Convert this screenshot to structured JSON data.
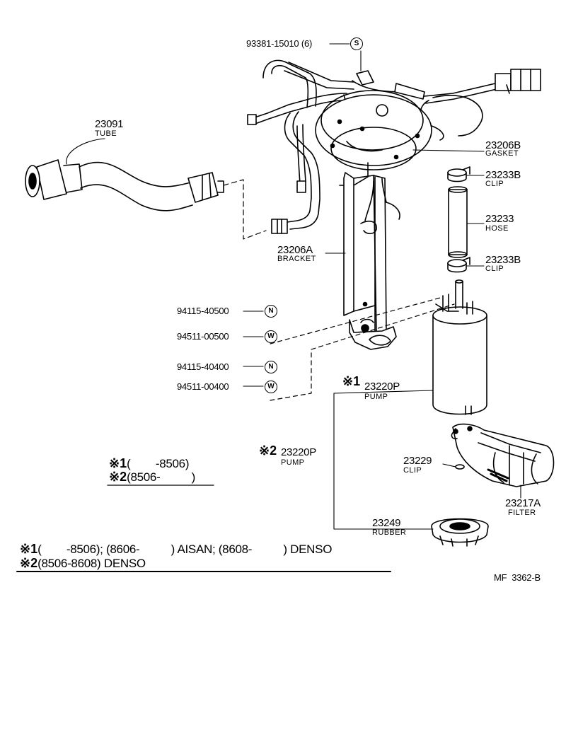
{
  "callouts": {
    "screw": {
      "number": "93381-15010 (6)",
      "symbol": "S"
    },
    "tube": {
      "number": "23091",
      "name": "TUBE"
    },
    "gasket": {
      "number": "23206B",
      "name": "GASKET"
    },
    "clip_upper": {
      "number": "23233B",
      "name": "CLIP"
    },
    "hose": {
      "number": "23233",
      "name": "HOSE"
    },
    "clip_lower": {
      "number": "23233B",
      "name": "CLIP"
    },
    "bracket": {
      "number": "23206A",
      "name": "BRACKET"
    },
    "nut_500": {
      "number": "94115-40500",
      "symbol": "N"
    },
    "washer_500": {
      "number": "94511-00500",
      "symbol": "W"
    },
    "nut_400": {
      "number": "94115-40400",
      "symbol": "N"
    },
    "washer_400": {
      "number": "94511-00400",
      "symbol": "W"
    },
    "pump1": {
      "mark": "※1",
      "number": "23220P",
      "name": "PUMP"
    },
    "pump2": {
      "mark": "※2",
      "number": "23220P",
      "name": "PUMP"
    },
    "clip_small": {
      "number": "23229",
      "name": "CLIP"
    },
    "filter": {
      "number": "23217A",
      "name": "FILTER"
    },
    "rubber": {
      "number": "23249",
      "name": "RUBBER"
    }
  },
  "legend_box": {
    "line1_mark": "※1",
    "line1_text": "(        -8506)",
    "line2_mark": "※2",
    "line2_text": "(8506-          )"
  },
  "notes": {
    "line1_mark": "※1",
    "line1_text": "(        -8506); (8606-          ) AISAN; (8608-          ) DENSO",
    "line2_mark": "※2",
    "line2_text": "(8506-8608) DENSO"
  },
  "figure_code": "MF  3362-B"
}
